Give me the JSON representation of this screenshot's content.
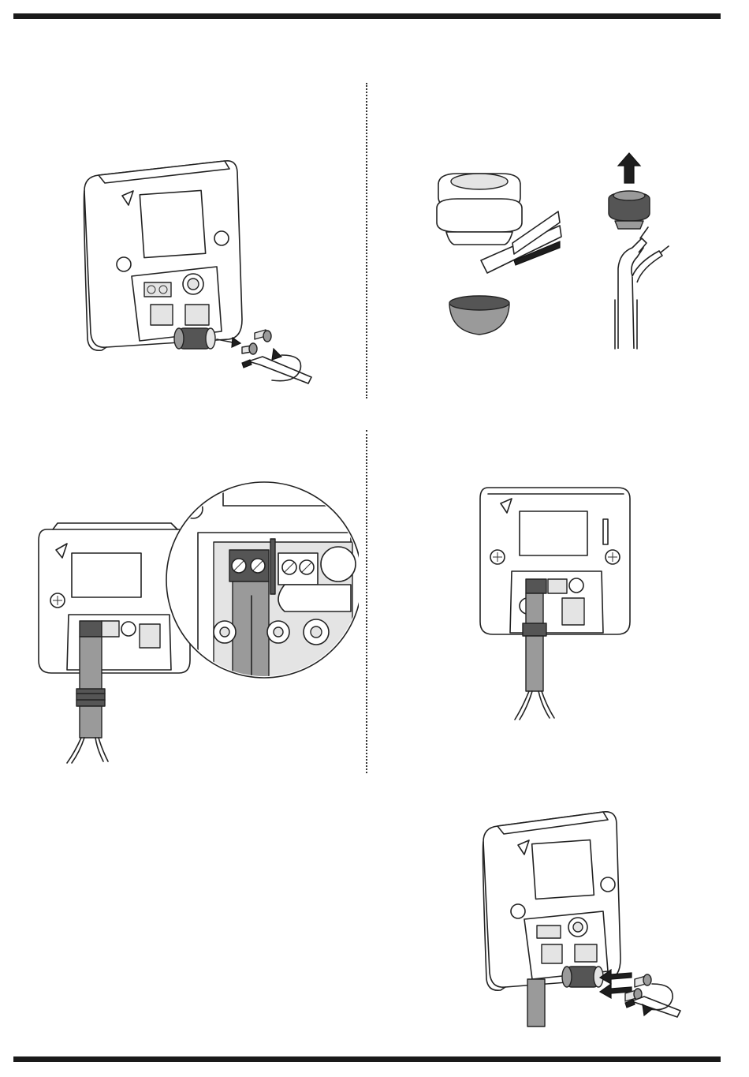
{
  "page": {
    "background": "#ffffff",
    "rule_color": "#1a1a1a",
    "separator_style": "dotted"
  },
  "figures": [
    {
      "id": "step-1",
      "icons": [
        "device-back-icon",
        "cable-gland-icon",
        "screw-icon",
        "screwdriver-icon",
        "rotate-arrow-icon"
      ]
    },
    {
      "id": "step-2",
      "icons": [
        "grommet-icon",
        "cutter-blade-icon",
        "cut-cap-icon",
        "pull-up-arrow-icon",
        "stripped-cable-icon"
      ]
    },
    {
      "id": "step-3",
      "icons": [
        "device-front-icon",
        "terminal-block-icon",
        "cable-icon",
        "magnifier-detail-icon"
      ]
    },
    {
      "id": "step-4",
      "icons": [
        "device-front-icon",
        "terminal-block-icon",
        "cable-icon"
      ]
    },
    {
      "id": "step-5",
      "icons": [
        "device-back-icon",
        "cable-gland-icon",
        "insert-arrow-icon",
        "screw-icon",
        "screwdriver-icon",
        "rotate-arrow-icon"
      ]
    }
  ]
}
